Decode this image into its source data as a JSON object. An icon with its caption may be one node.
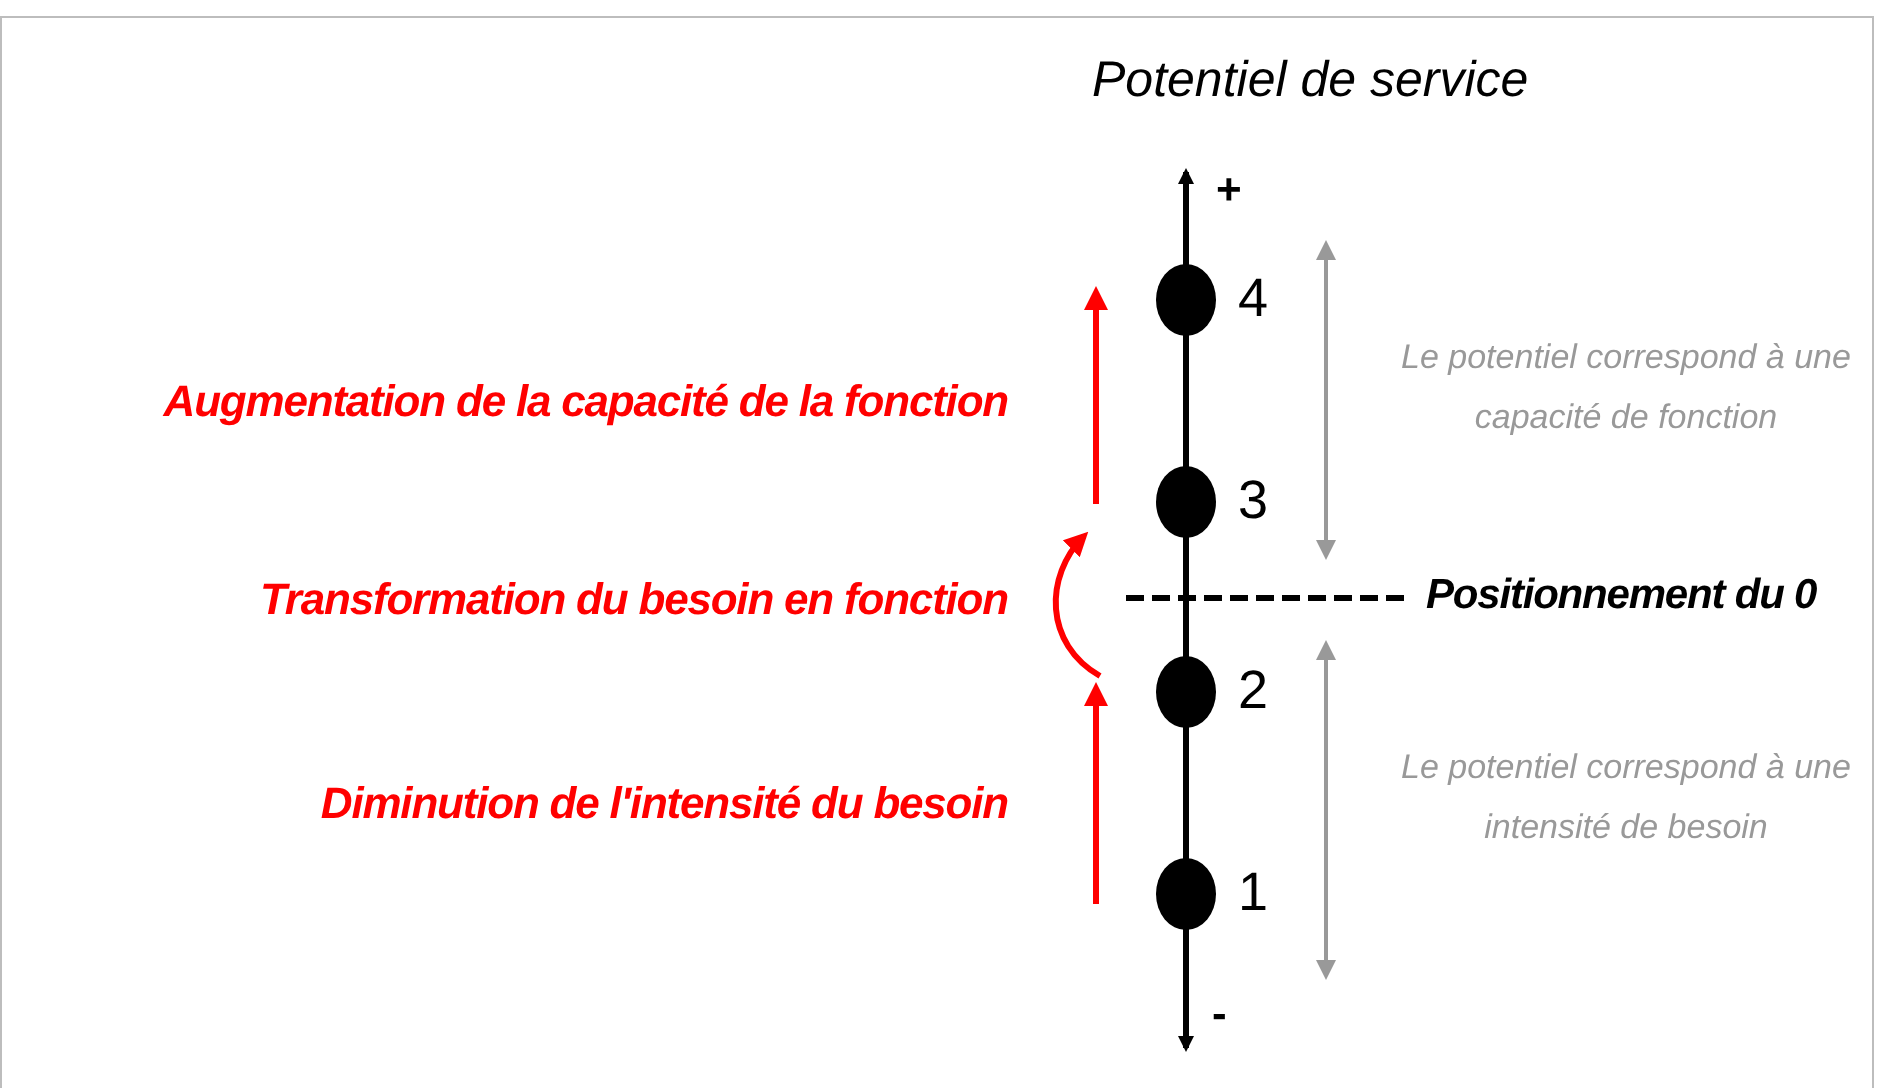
{
  "diagram": {
    "title": "Potentiel de service",
    "nodes": [
      {
        "text": [],
        "shape": "circle",
        "beside": [
          "4"
        ]
      },
      {
        "text": [],
        "shape": "circle",
        "beside": [
          "3"
        ]
      },
      {
        "text": [],
        "shape": "circle",
        "beside": [
          "2"
        ]
      },
      {
        "text": [],
        "shape": "circle",
        "beside": [
          "1"
        ]
      }
    ],
    "edges": [],
    "labels": [
      "+",
      "Augmentation de la capacité de la fonction",
      "Le potentiel correspond à une capacité de fonction",
      "Transformation du besoin en fonction",
      "Positionnement du 0",
      "Diminution de l'intensité du besoin",
      "Le potentiel correspond à une intensité de besoin",
      "-"
    ]
  }
}
